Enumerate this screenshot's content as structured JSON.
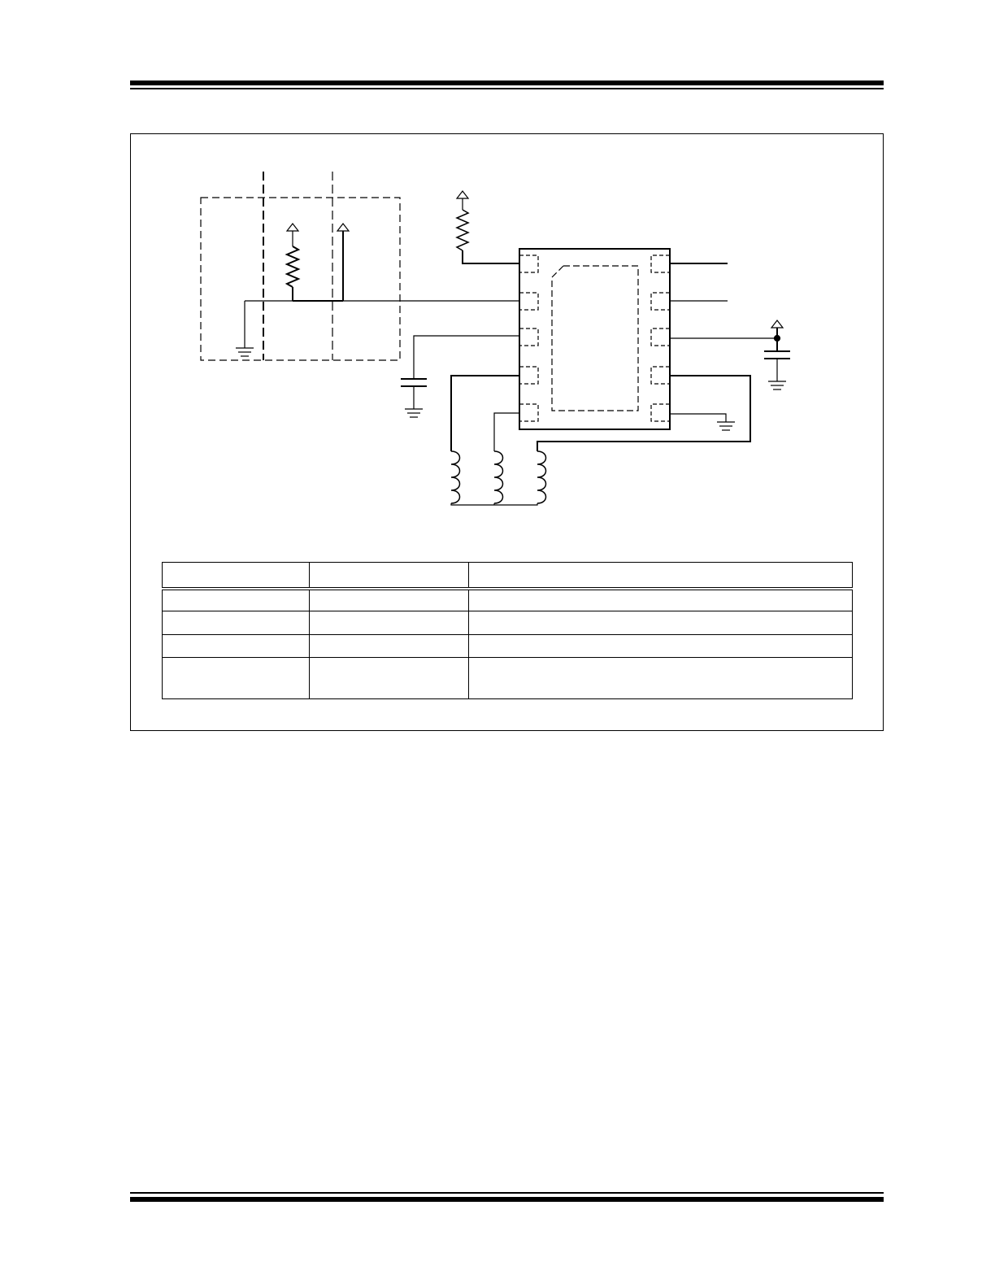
{
  "document": {
    "header_rule": "thick-over-thin",
    "footer_rule": "thin-over-thick"
  },
  "figure": {
    "schematic": {
      "components": [
        "ic-package",
        "exposed-pad",
        "pullup-resistor",
        "host-pullup-resistor",
        "decoupling-capacitor",
        "filter-capacitor",
        "motor-coil-a",
        "motor-coil-b",
        "motor-coil-c",
        "ground-symbol"
      ],
      "icon_names": [
        "supply-arrow-icon",
        "ground-icon",
        "resistor-icon",
        "capacitor-icon",
        "inductor-icon",
        "junction-dot-icon"
      ]
    },
    "table": {
      "columns": 3,
      "header_rows": 1,
      "body_rows": 4,
      "headers": [
        "",
        "",
        ""
      ],
      "rows": [
        [
          "",
          "",
          ""
        ],
        [
          "",
          "",
          ""
        ],
        [
          "",
          "",
          ""
        ],
        [
          "",
          "",
          ""
        ]
      ]
    }
  }
}
